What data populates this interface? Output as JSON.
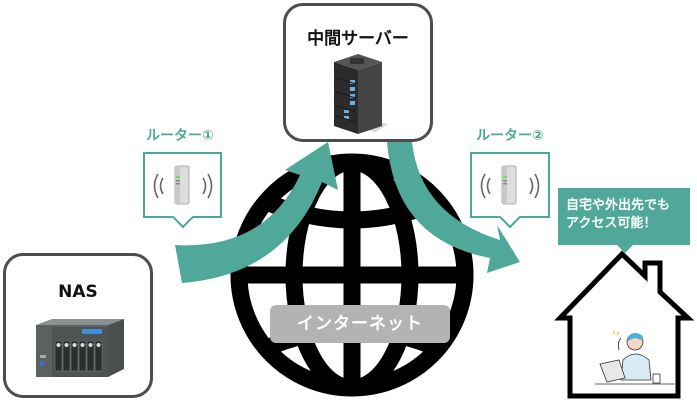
{
  "nodes": {
    "server": {
      "title": "中間サーバー",
      "icon": "server-rack-icon"
    },
    "nas": {
      "title": "NAS",
      "icon": "nas-device-icon"
    },
    "router1": {
      "label": "ルーター①",
      "icon": "wifi-router-icon"
    },
    "router2": {
      "label": "ルーター②",
      "icon": "wifi-router-icon"
    },
    "home": {
      "icon": "house-icon",
      "person_icon": "person-laptop-icon"
    }
  },
  "internet": {
    "label": "インターネット",
    "icon": "globe-icon"
  },
  "bubble": {
    "line1": "自宅や外出先でも",
    "line2": "アクセス可能！"
  },
  "colors": {
    "accent": "#4fa89a",
    "border": "#4d4d4d",
    "internet_label_bg": "#b3b3b3",
    "globe": "#000000"
  },
  "flow": [
    {
      "from": "nas",
      "to": "server",
      "via": "router1"
    },
    {
      "from": "server",
      "to": "home",
      "via": "router2"
    }
  ]
}
